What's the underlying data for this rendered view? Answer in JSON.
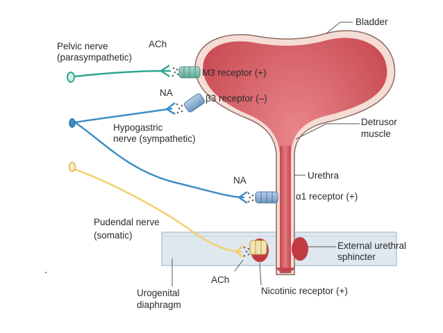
{
  "labels": {
    "bladder": "Bladder",
    "pelvic_nerve_line1": "Pelvic nerve",
    "pelvic_nerve_line2": "(parasympathetic)",
    "ach_top": "ACh",
    "m3_receptor": "M3 receptor (+)",
    "na_top": "NA",
    "beta3_receptor": "β3 receptor (–)",
    "hypogastric_line1": "Hypogastric",
    "hypogastric_line2": "nerve (sympathetic)",
    "detrusor_line1": "Detrusor",
    "detrusor_line2": "muscle",
    "urethra": "Urethra",
    "na_bottom": "NA",
    "alpha1_receptor": "α1 receptor (+)",
    "pudendal_line1": "Pudendal nerve",
    "pudendal_line2": "(somatic)",
    "external_sphincter_line1": "External urethral",
    "external_sphincter_line2": "sphincter",
    "ach_bottom": "ACh",
    "urogenital_line1": "Urogenital",
    "urogenital_line2": "diaphragm",
    "nicotinic_receptor": "Nicotinic receptor (+)"
  },
  "colors": {
    "bladder_fill": "#d9646a",
    "bladder_inner": "#c8454f",
    "bladder_wall": "#f3d5cd",
    "bladder_outline": "#8a5a52",
    "parasympathetic_nerve": "#2ea58f",
    "sympathetic_nerve": "#3f8ec4",
    "somatic_nerve": "#f2cf6e",
    "receptor": "#8fb3d6",
    "diaphragm": "#dde6ee",
    "sphincter": "#c23a40"
  }
}
